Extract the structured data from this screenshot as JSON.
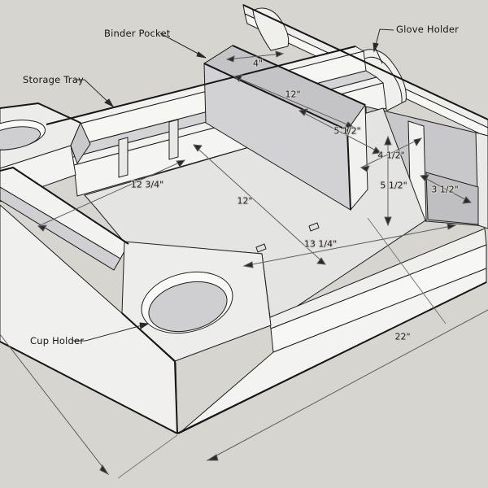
{
  "colors": {
    "background": "#d7d5cf",
    "face_bright": "#f6f6f3",
    "face_light": "#ededea",
    "floor": "#e3e3e0",
    "shadow_mid": "#cdcdcf",
    "shadow_dark": "#c3c3c6",
    "edge": "#1f1f1f",
    "dim_line": "#5f5f5f",
    "text": "#161616"
  },
  "part_labels": {
    "storage_tray": "Storage Tray",
    "binder_pocket": "Binder Pocket",
    "glove_holder": "Glove Holder",
    "cup_holder": "Cup Holder"
  },
  "dimensions": {
    "pocket_depth": "4\"",
    "pocket_length": "12\"",
    "pocket_height": "5 1/2\"",
    "divider_top_width": "4 1/2\"",
    "divider_height": "5 1/2\"",
    "right_slot_width": "3 1/2\"",
    "tray_inner_width": "12 3/4\"",
    "tray_inner_depth": "12\"",
    "front_wall_length": "13 1/4\"",
    "overall_width": "22\""
  }
}
